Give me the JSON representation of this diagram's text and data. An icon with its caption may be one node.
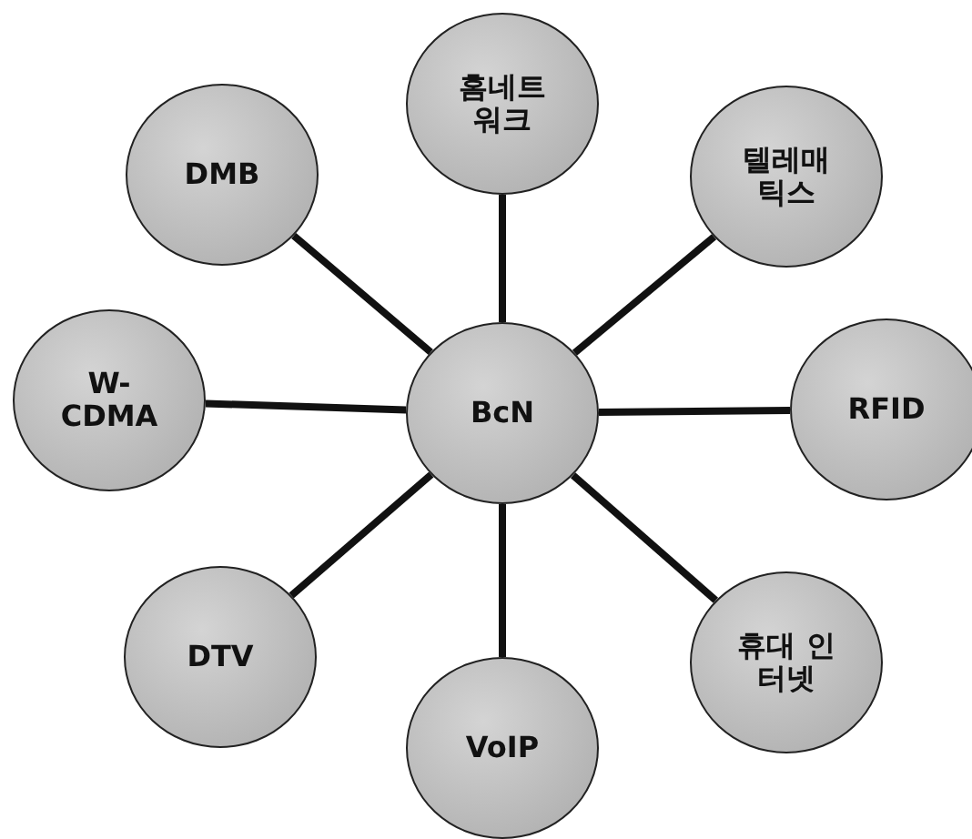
{
  "diagram": {
    "nodes": [
      {
        "text": [
          "홈네트워크"
        ]
      },
      {
        "text": [
          "DMB"
        ]
      },
      {
        "text": [
          "텔레매틱스"
        ]
      },
      {
        "text": [
          "W-CDMA"
        ]
      },
      {
        "text": [
          "BcN"
        ]
      },
      {
        "text": [
          "RFID"
        ]
      },
      {
        "text": [
          "DTV"
        ]
      },
      {
        "text": [
          "휴대 인터넷"
        ]
      },
      {
        "text": [
          "VoIP"
        ]
      }
    ],
    "edges": [
      {
        "from": 4,
        "to": 0,
        "arrow": "none"
      },
      {
        "from": 4,
        "to": 1,
        "arrow": "none"
      },
      {
        "from": 4,
        "to": 2,
        "arrow": "none"
      },
      {
        "from": 4,
        "to": 3,
        "arrow": "none"
      },
      {
        "from": 4,
        "to": 5,
        "arrow": "none"
      },
      {
        "from": 4,
        "to": 6,
        "arrow": "none"
      },
      {
        "from": 4,
        "to": 7,
        "arrow": "none"
      },
      {
        "from": 4,
        "to": 8,
        "arrow": "none"
      }
    ]
  }
}
